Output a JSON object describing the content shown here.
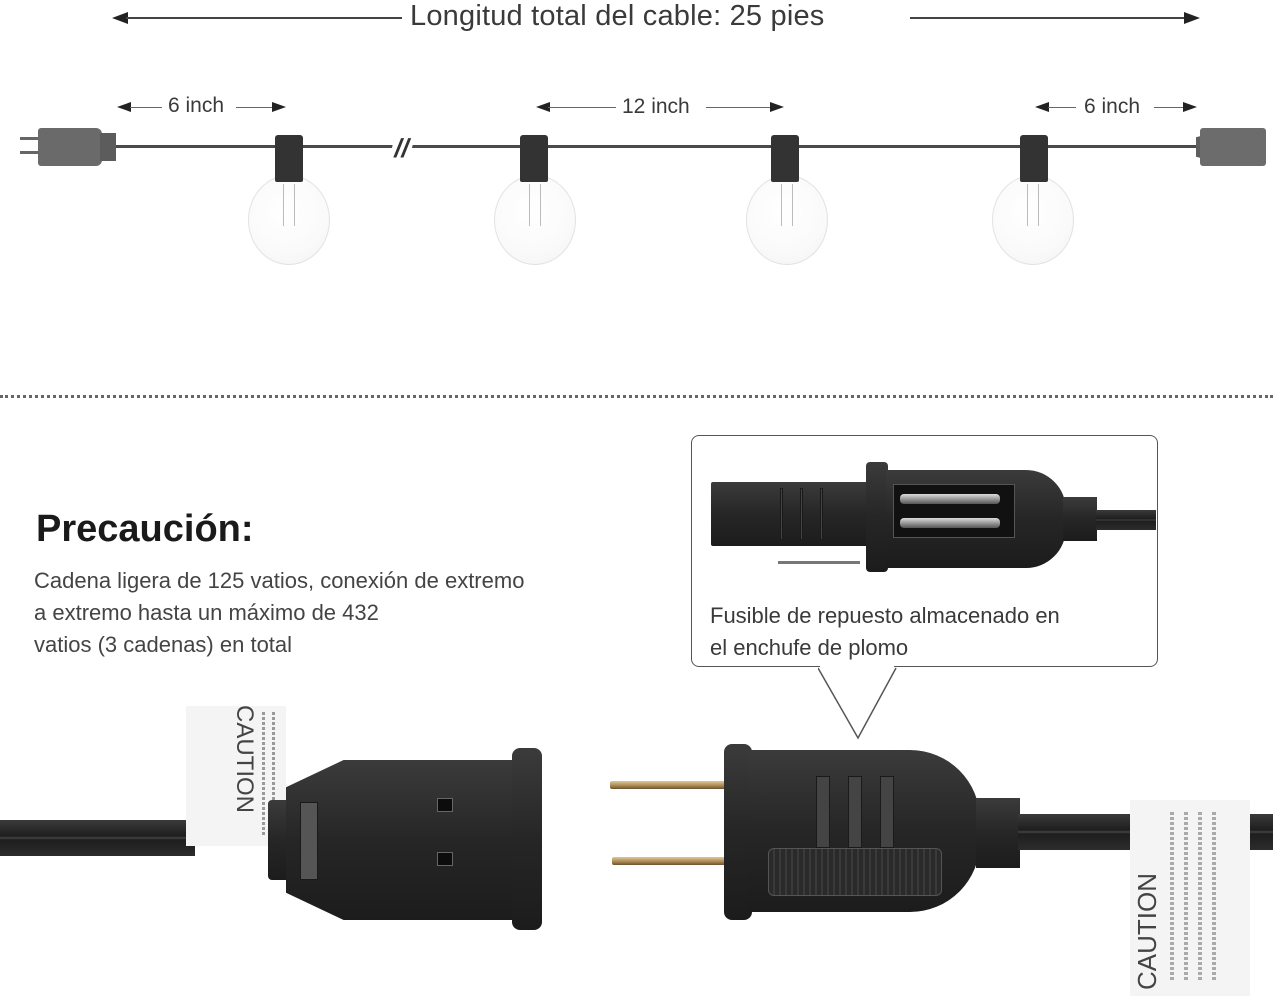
{
  "dimensions": {
    "total_length_label": "Longitud total del cable: 25 pies",
    "spacings": [
      {
        "position": "left-end",
        "label": "6 inch"
      },
      {
        "position": "between-bulbs",
        "label": "12 inch"
      },
      {
        "position": "right-end",
        "label": "6 inch"
      }
    ],
    "break_mark": "//"
  },
  "string_lights": {
    "bulb_count_shown": 4,
    "left_connector": "male-plug-icon",
    "right_connector": "female-socket-icon"
  },
  "caution": {
    "title": "Precaución:",
    "body_lines": [
      "Cadena ligera de 125 vatios, conexión de extremo",
      "a extremo hasta un máximo de 432",
      "vatios (3 cadenas) en total"
    ]
  },
  "callout": {
    "text_lines": [
      "Fusible de repuesto almacenado en",
      "el enchufe de plomo"
    ]
  },
  "plug_labels": {
    "female_tag": "CAUTION",
    "male_tag": "CAUTION"
  },
  "colors": {
    "text_dark": "#1a1a1a",
    "text_body": "#444444",
    "plug_body": "#262626",
    "prong_brass": "#a88550",
    "divider": "#666666"
  }
}
